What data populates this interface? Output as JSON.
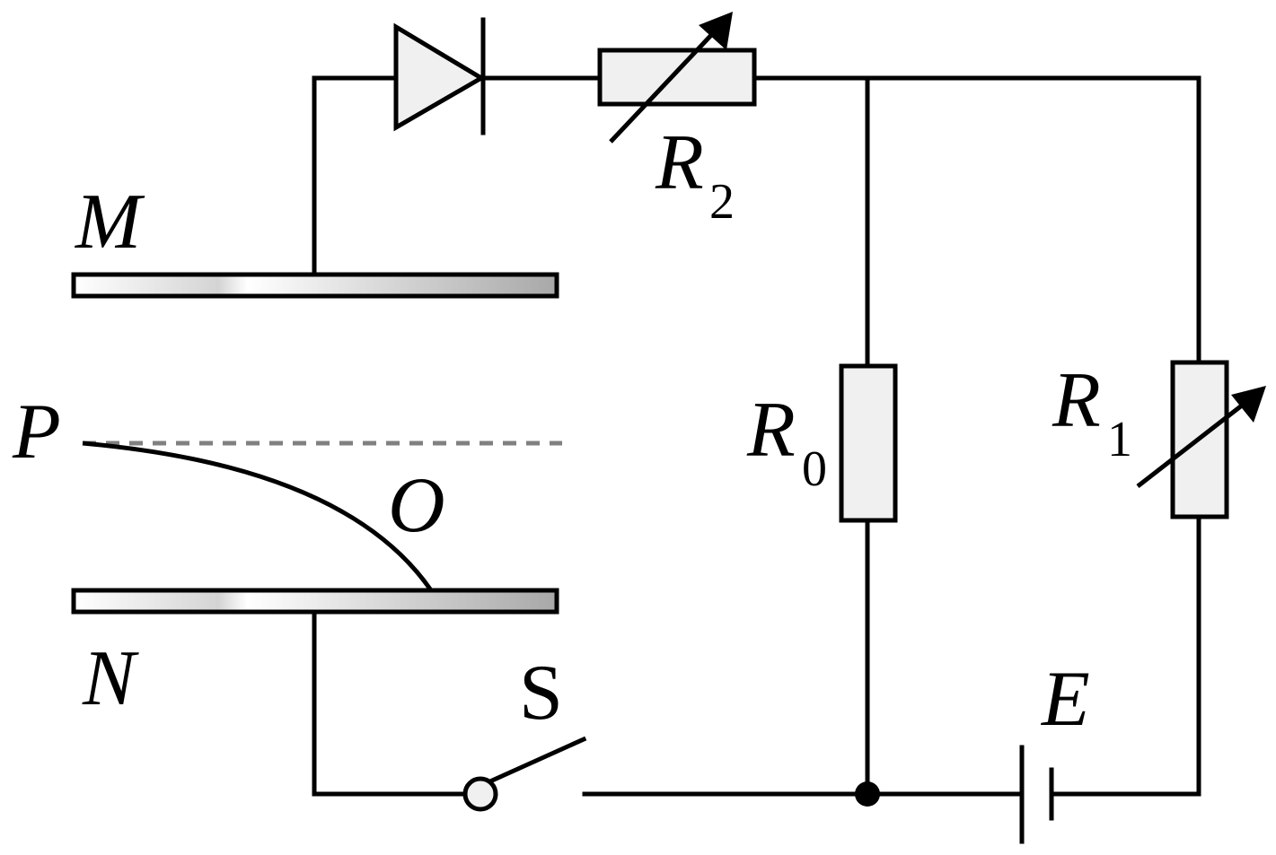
{
  "labels": {
    "plate_top": "M",
    "plate_bottom": "N",
    "entry_point": "P",
    "exit_point": "O",
    "switch": "S",
    "battery": "E",
    "resistor_fixed": "R",
    "resistor_fixed_sub": "0",
    "rheostat_right": "R",
    "rheostat_right_sub": "1",
    "rheostat_top": "R",
    "rheostat_top_sub": "2"
  },
  "colors": {
    "line": "#000000",
    "component_fill": "#f0f0f0",
    "dashed_line": "#808080",
    "plate_light": "#ffffff",
    "plate_dark": "#a8a8a8"
  }
}
